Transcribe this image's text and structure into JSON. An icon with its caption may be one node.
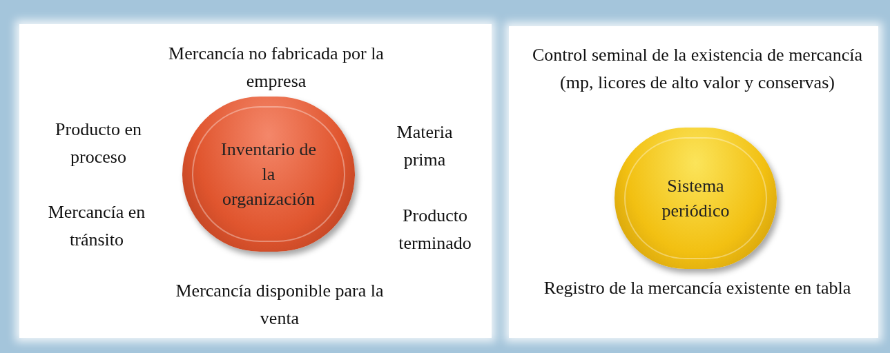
{
  "diagram": {
    "nodes": [
      {
        "text": [
          "Inventario de la organización"
        ]
      },
      {
        "text": [
          "Sistema periódico"
        ]
      }
    ],
    "labels": [
      "Mercancía no fabricada por la empresa",
      "Producto en proceso",
      "Materia prima",
      "Mercancía en tránsito",
      "Producto terminado",
      "Mercancía disponible para la venta",
      "Control seminal de la existencia de mercancía (mp, licores de alto valor y conservas)",
      "Registro de la mercancía existente en tabla"
    ]
  }
}
